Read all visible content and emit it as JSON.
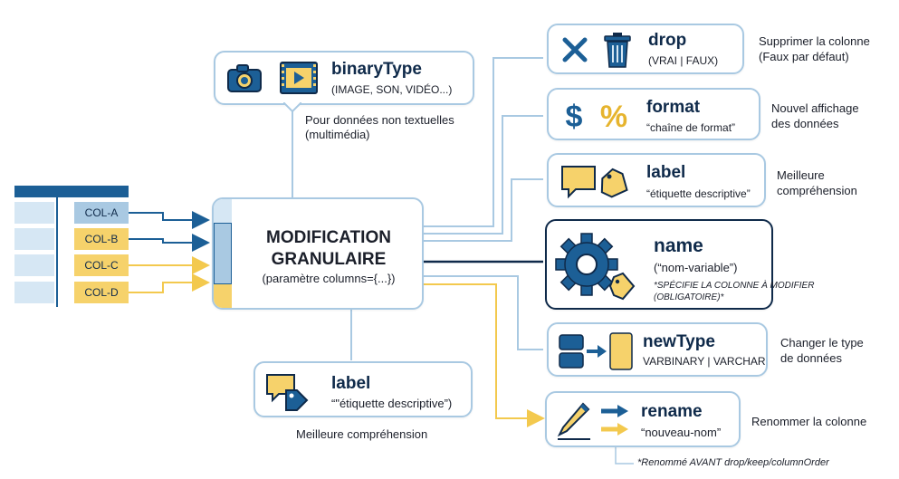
{
  "center": {
    "title_line1": "MODIFICATION",
    "title_line2": "GRANULAIRE",
    "subtitle": "(paramètre columns={...})"
  },
  "table": {
    "columns": [
      "COL-A",
      "COL-B",
      "COL-C",
      "COL-D"
    ]
  },
  "binarytype": {
    "title": "binaryType",
    "values": "(IMAGE, SON, VIDÉO...)",
    "note_line1": "Pour données non textuelles",
    "note_line2": "(multimédia)"
  },
  "label_bottom": {
    "title": "label",
    "value": "“\"étiquette descriptive”)",
    "note": "Meilleure compréhension"
  },
  "drop": {
    "title": "drop",
    "values": "(VRAI | FAUX)",
    "note_line1": "Supprimer la colonne",
    "note_line2": "(Faux par défaut)"
  },
  "format": {
    "title": "format",
    "value": "“chaîne de format”",
    "note_line1": "Nouvel affichage",
    "note_line2": "des données"
  },
  "label_right": {
    "title": "label",
    "value": "“étiquette descriptive”",
    "note_line1": "Meilleure",
    "note_line2": "compréhension"
  },
  "name": {
    "title": "name",
    "value": "(“nom-variable”)",
    "note_line1": "*SPÉCIFIE LA COLONNE À MODIFIER",
    "note_line2": "(OBLIGATOIRE)*"
  },
  "newtype": {
    "title": "newType",
    "values": "VARBINARY | VARCHAR",
    "note_line1": "Changer le type",
    "note_line2": "de données"
  },
  "rename": {
    "title": "rename",
    "value": "“nouveau-nom”",
    "note": "Renommer la colonne",
    "footnote": "*Renommé AVANT drop/keep/columnOrder"
  },
  "colors": {
    "navy": "#0f2a4a",
    "blue": "#1c5f96",
    "light_blue": "#a9c9e2",
    "pale_blue": "#d6e7f4",
    "yellow": "#f6d26b",
    "yellow_line": "#f3c94e"
  }
}
